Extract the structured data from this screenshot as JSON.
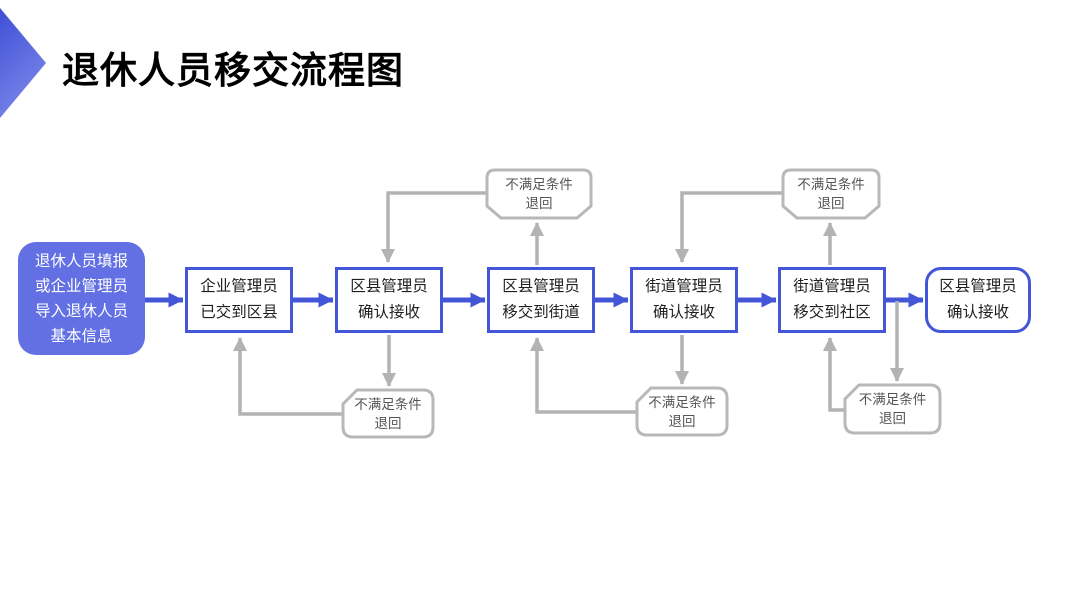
{
  "page": {
    "title": "退休人员移交流程图"
  },
  "colors": {
    "primary_blue": "#4456d8",
    "start_box_fill": "#6270e3",
    "connector_gray": "#b3b3b3",
    "callout_text_gray": "#555555"
  },
  "flow": {
    "start": {
      "lines": [
        "退休人员填报",
        "或企业管理员",
        "导入退休人员",
        "基本信息"
      ]
    },
    "steps": [
      {
        "lines": [
          "企业管理员",
          "已交到区县"
        ]
      },
      {
        "lines": [
          "区县管理员",
          "确认接收"
        ]
      },
      {
        "lines": [
          "区县管理员",
          "移交到街道"
        ]
      },
      {
        "lines": [
          "街道管理员",
          "确认接收"
        ]
      },
      {
        "lines": [
          "街道管理员",
          "移交到社区"
        ]
      },
      {
        "lines": [
          "区县管理员",
          "确认接收"
        ]
      }
    ],
    "reject": {
      "line1": "不满足条件",
      "line2": "退回"
    }
  }
}
